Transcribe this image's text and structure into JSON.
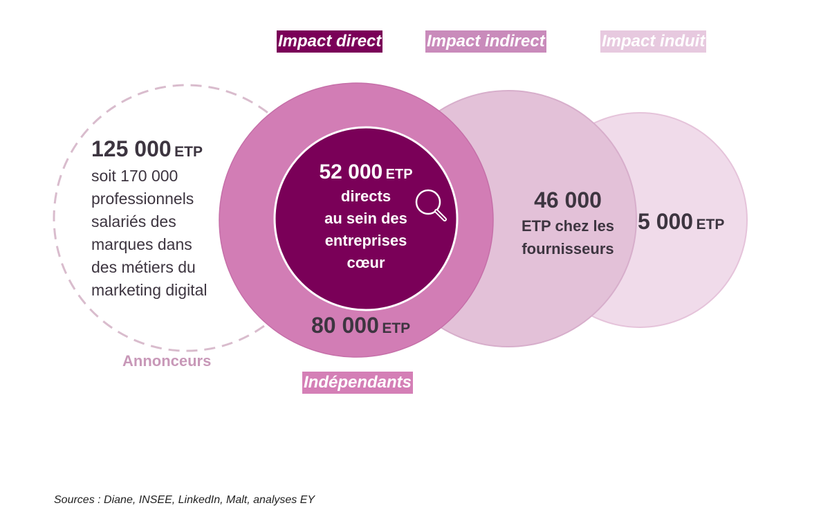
{
  "header": {
    "impact_direct": "Impact direct",
    "impact_indirect": "Impact indirect",
    "impact_induit": "Impact induit"
  },
  "annonceurs": {
    "value": "125 000",
    "unit": "ETP",
    "description": "soit 170 000\nprofessionnels\nsalariés des\nmarques dans\ndes  métiers du\nmarketing digital",
    "label": "Annonceurs"
  },
  "core": {
    "value": "52 000",
    "unit": "ETP",
    "description": "directs\nau sein des\nentreprises\ncœur",
    "icon": "search-icon"
  },
  "independants": {
    "value": "80 000",
    "unit": "ETP",
    "label": "Indépendants"
  },
  "indirect": {
    "value": "46 000",
    "description": "ETP chez les\nfournisseurs"
  },
  "induit": {
    "value": "5 000",
    "unit": "ETP"
  },
  "sources": "Sources : Diane, INSEE, LinkedIn, Malt, analyses EY",
  "colors": {
    "direct": "#7a0058",
    "direct_ring": "#d27db5",
    "indirect": "#e3c1d8",
    "induit": "#f0dbea",
    "annonceurs_dash": "#d9bccd",
    "text_dark": "#3d3540"
  }
}
